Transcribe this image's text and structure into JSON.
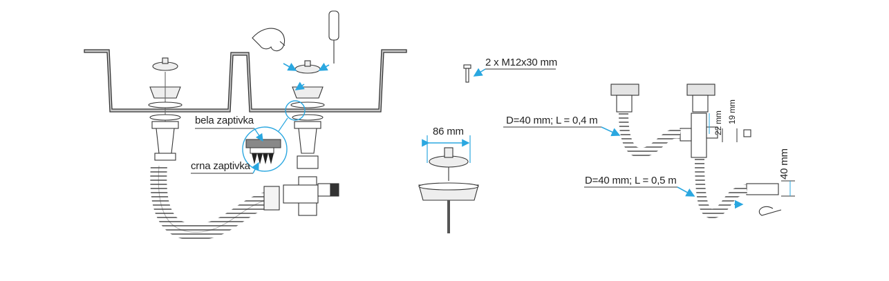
{
  "labels": {
    "white_gasket": "bela zaptivka",
    "black_gasket": "crna zaptivka",
    "screws": "2 x M12x30 mm",
    "strainer_diameter": "86 mm",
    "hose_short": "D=40 mm; L = 0,4 m",
    "hose_long": "D=40 mm; L = 0,5 m",
    "dim_22": "22 mm",
    "dim_19": "19 mm",
    "dim_40": "40 mm"
  },
  "colors": {
    "accent_arrow": "#2aa7e0",
    "sink_fill": "#c8c8c8",
    "line": "#333333"
  },
  "icons": [
    "hand-icon",
    "screwdriver-icon",
    "screw-icon",
    "strainer-basket-icon",
    "drain-hose-icon",
    "siphon-icon"
  ]
}
